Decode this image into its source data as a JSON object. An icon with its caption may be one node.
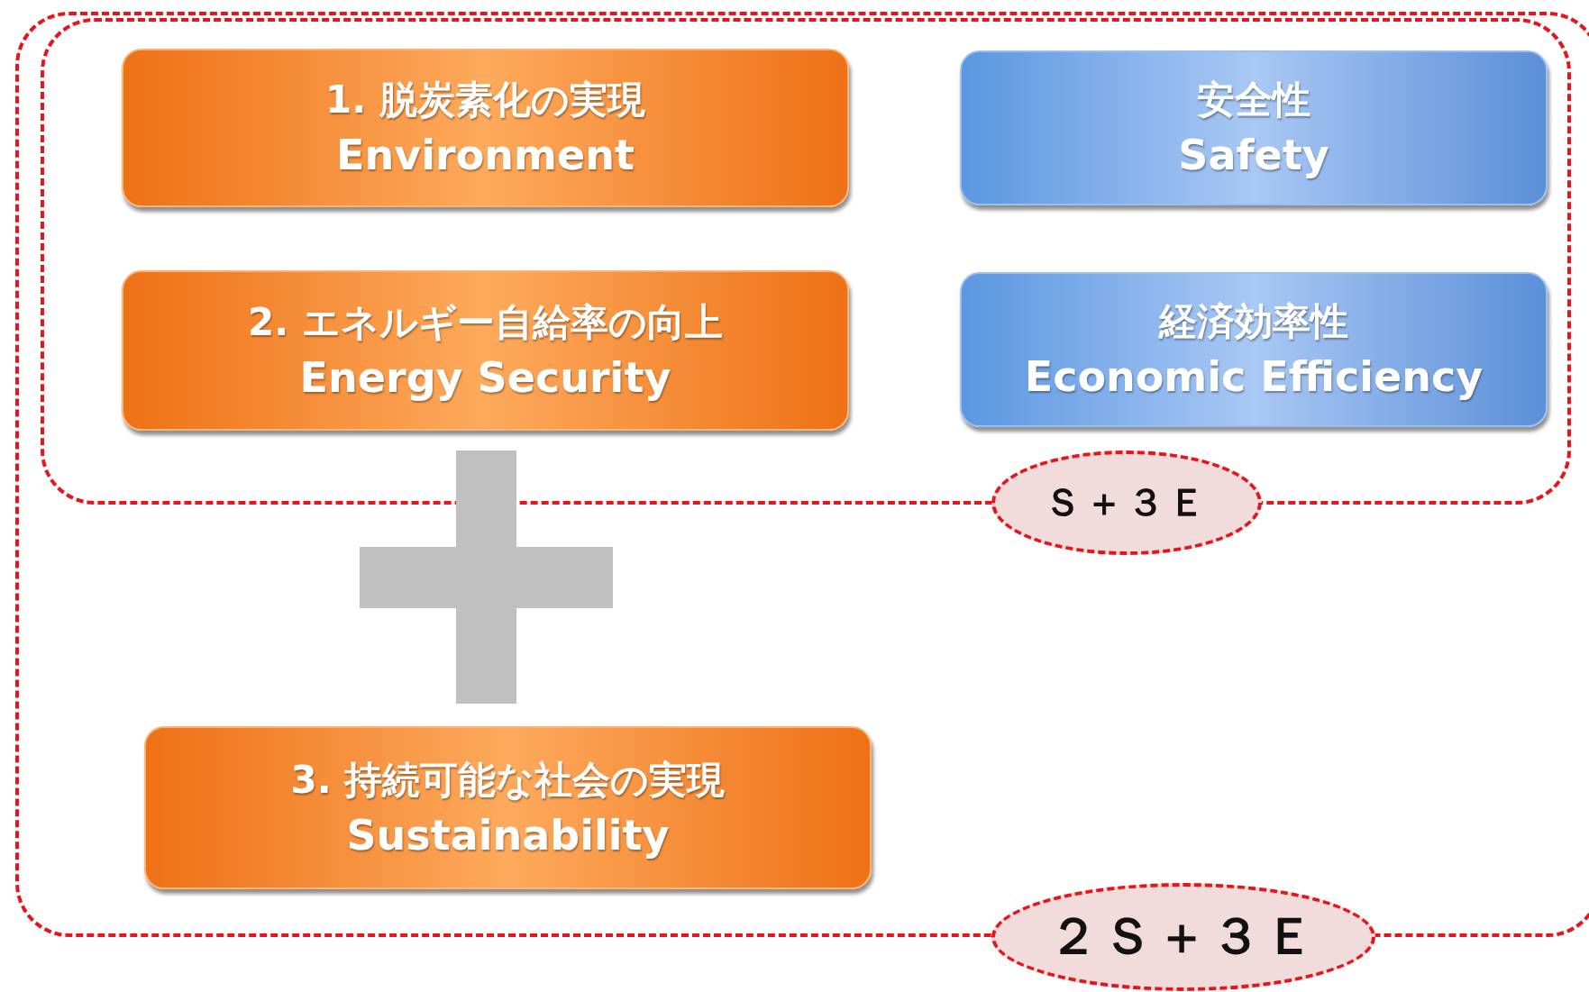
{
  "diagram": {
    "nodes": [
      {
        "text": [
          "２Ｓ＋３Ｅ"
        ]
      },
      {
        "text": [
          "Ｓ＋３Ｅ"
        ],
        "in": 0
      },
      {
        "text": [
          "1. 脱炭素化の実現",
          "Environment"
        ],
        "in": 1
      },
      {
        "text": [
          "安全性",
          "Safety"
        ],
        "in": 1
      },
      {
        "text": [
          "2. エネルギー自給率の向上",
          "Energy Security"
        ],
        "in": 1
      },
      {
        "text": [
          "経済効率性",
          "Economic Efficiency"
        ],
        "in": 1
      },
      {
        "text": [
          "3. 持続可能な社会の実現",
          "Sustainability"
        ],
        "in": 0
      }
    ]
  }
}
